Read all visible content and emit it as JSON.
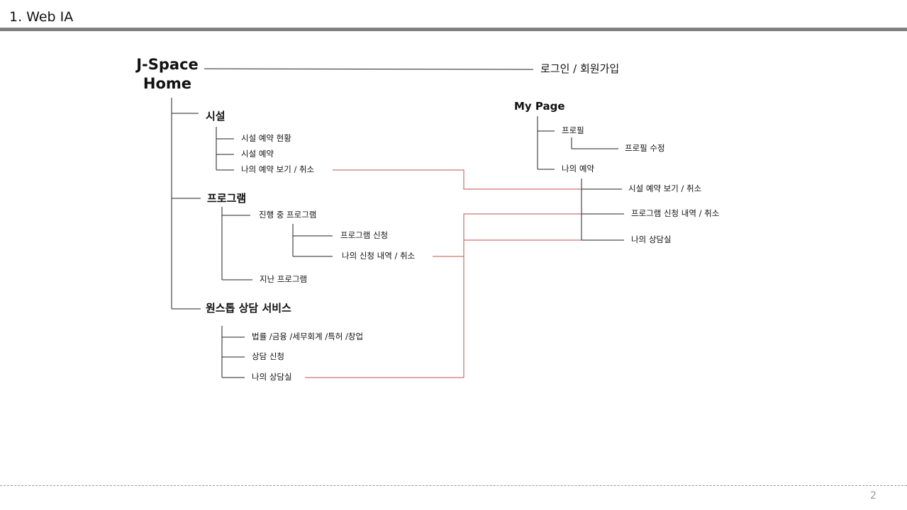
{
  "slide": {
    "title": "1. Web IA",
    "page_number": "2"
  },
  "root": {
    "line1": "J-Space",
    "line2": "Home"
  },
  "login": "로그인 / 회원가입",
  "facility": {
    "label": "시설",
    "items": [
      "시설 예약 현황",
      "시설 예약",
      "나의 예약 보기 / 취소"
    ]
  },
  "program": {
    "label": "프로그램",
    "ongoing": "진행 중 프로그램",
    "ongoing_children": [
      "프로그램 신청",
      "나의 신청 내역 / 취소"
    ],
    "past": "지난 프로그램"
  },
  "consult": {
    "label": "원스톱 상담 서비스",
    "items": [
      "법률 /금융 /세무회계 /특허 /창업",
      "상담 신청",
      "나의 상담실"
    ]
  },
  "mypage": {
    "label": "My Page",
    "profile": "프로필",
    "profile_edit": "프로필 수정",
    "reservation": "나의 예약",
    "links": [
      "시설 예약 보기 / 취소",
      "프로그램 신청 내역 / 취소",
      "나의 상담실"
    ]
  },
  "colors": {
    "tree_line": "#222222",
    "cross_link": "#c0504d",
    "title_bar": "#808080"
  }
}
